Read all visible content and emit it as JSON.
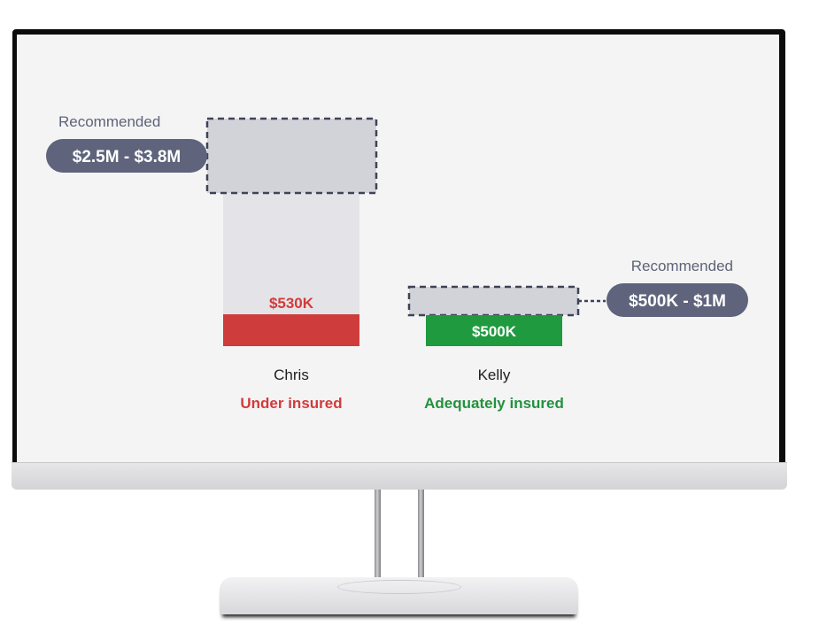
{
  "chart_data": {
    "type": "bar",
    "categories": [
      "Chris",
      "Kelly"
    ],
    "bars": [
      {
        "name": "Chris",
        "current_label": "$530K",
        "current_value_k": 530,
        "recommended_label": "$2.5M - $3.8M",
        "recommended_min_k": 2500,
        "recommended_max_k": 3800,
        "status": "Under insured",
        "status_color": "#d23a3a",
        "bar_color": "#cf3c3c",
        "value_label_color": "#d23a3a"
      },
      {
        "name": "Kelly",
        "current_label": "$500K",
        "current_value_k": 500,
        "recommended_label": "$500K - $1M",
        "recommended_min_k": 500,
        "recommended_max_k": 1000,
        "status": "Adequately insured",
        "status_color": "#23913e",
        "bar_color": "#1f9a3f",
        "value_label_color": "#ffffff"
      }
    ],
    "recommended_caption": "Recommended",
    "colors": {
      "pill_bg": "#5f647c",
      "range_fill": "#d2d2d9",
      "bar_background": "#e4e4e8",
      "dash_stroke": "#3f4356",
      "caption": "#5e6377"
    }
  }
}
